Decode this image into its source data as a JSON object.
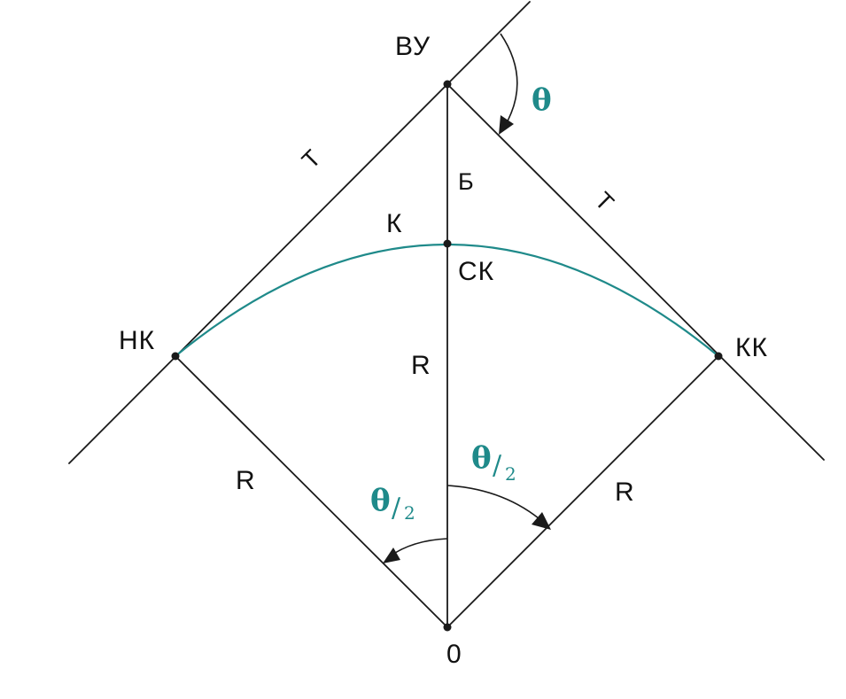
{
  "labels": {
    "vertex": "ВУ",
    "curve_start": "НК",
    "curve_end": "КК",
    "curve_mid": "СК",
    "center": "0",
    "bisector": "Б",
    "curve_length": "К",
    "tangent_left": "Т",
    "tangent_right": "Т",
    "radius_mid": "R",
    "radius_left": "R",
    "radius_right": "R",
    "angle_theta": "θ",
    "half_angle_left": {
      "symbol": "θ",
      "slash": "/",
      "denominator": "2"
    },
    "half_angle_right": {
      "symbol": "θ",
      "slash": "/",
      "denominator": "2"
    }
  },
  "colors": {
    "curve": "#1f8a8a",
    "angle_labels": "#1f8a8a",
    "lines": "#1a1a1a"
  }
}
